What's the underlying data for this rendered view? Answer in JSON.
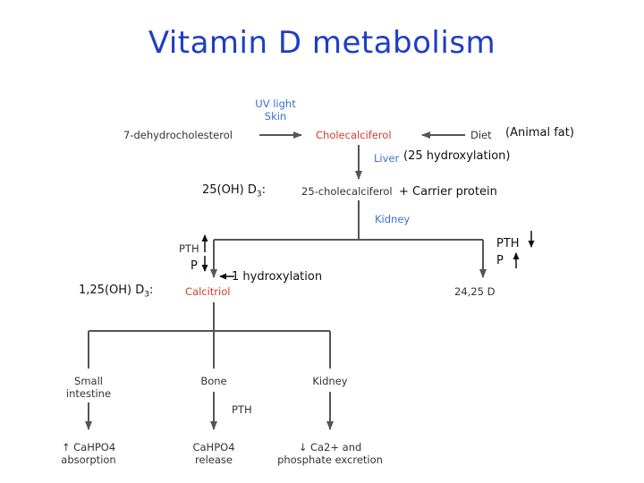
{
  "title": "Vitamin D metabolism",
  "nodes": {
    "uv_light": "UV light",
    "skin": "Skin",
    "precursor": "7-dehydrocholesterol",
    "cholecalciferol": "Cholecalciferol",
    "diet": "Diet",
    "liver": "Liver",
    "intermediate": "25-cholecalciferol",
    "kidney_top": "Kidney",
    "pth_left": "PTH",
    "calcitriol": "Calcitriol",
    "inactive": "24,25 D",
    "small_intestine": "Small\nintestine",
    "bone": "Bone",
    "kidney_bottom": "Kidney",
    "pth_bone": "PTH",
    "outcome_intestine": "↑ CaHPO4\nabsorption",
    "outcome_bone": "CaHPO4\nrelease",
    "outcome_kidney": "↓ Ca2+ and\nphosphate excretion"
  },
  "annotations": {
    "animal_fat": "(Animal fat)",
    "hydroxylation_25_open": "(25 hydroxylation",
    "hydroxylation_25_close": ")",
    "carrier_protein": "+ Carrier protein",
    "oh_d3_25": "25(OH) D",
    "oh_d3_25_sub": "3",
    "oh_d3_25_colon": ":",
    "phosphate_left": "P",
    "hydroxylation_1": "1 hydroxylation",
    "pth_right": "PTH",
    "phosphate_right": "P",
    "oh_d3_125": "1,25(OH) D",
    "oh_d3_125_sub": "3",
    "oh_d3_125_colon": ":"
  },
  "colors": {
    "title": "#1d3fc2",
    "organ_label": "#3a6fd0",
    "active_form": "#d63a2a",
    "compound": "#333333",
    "lines": "#555555"
  }
}
